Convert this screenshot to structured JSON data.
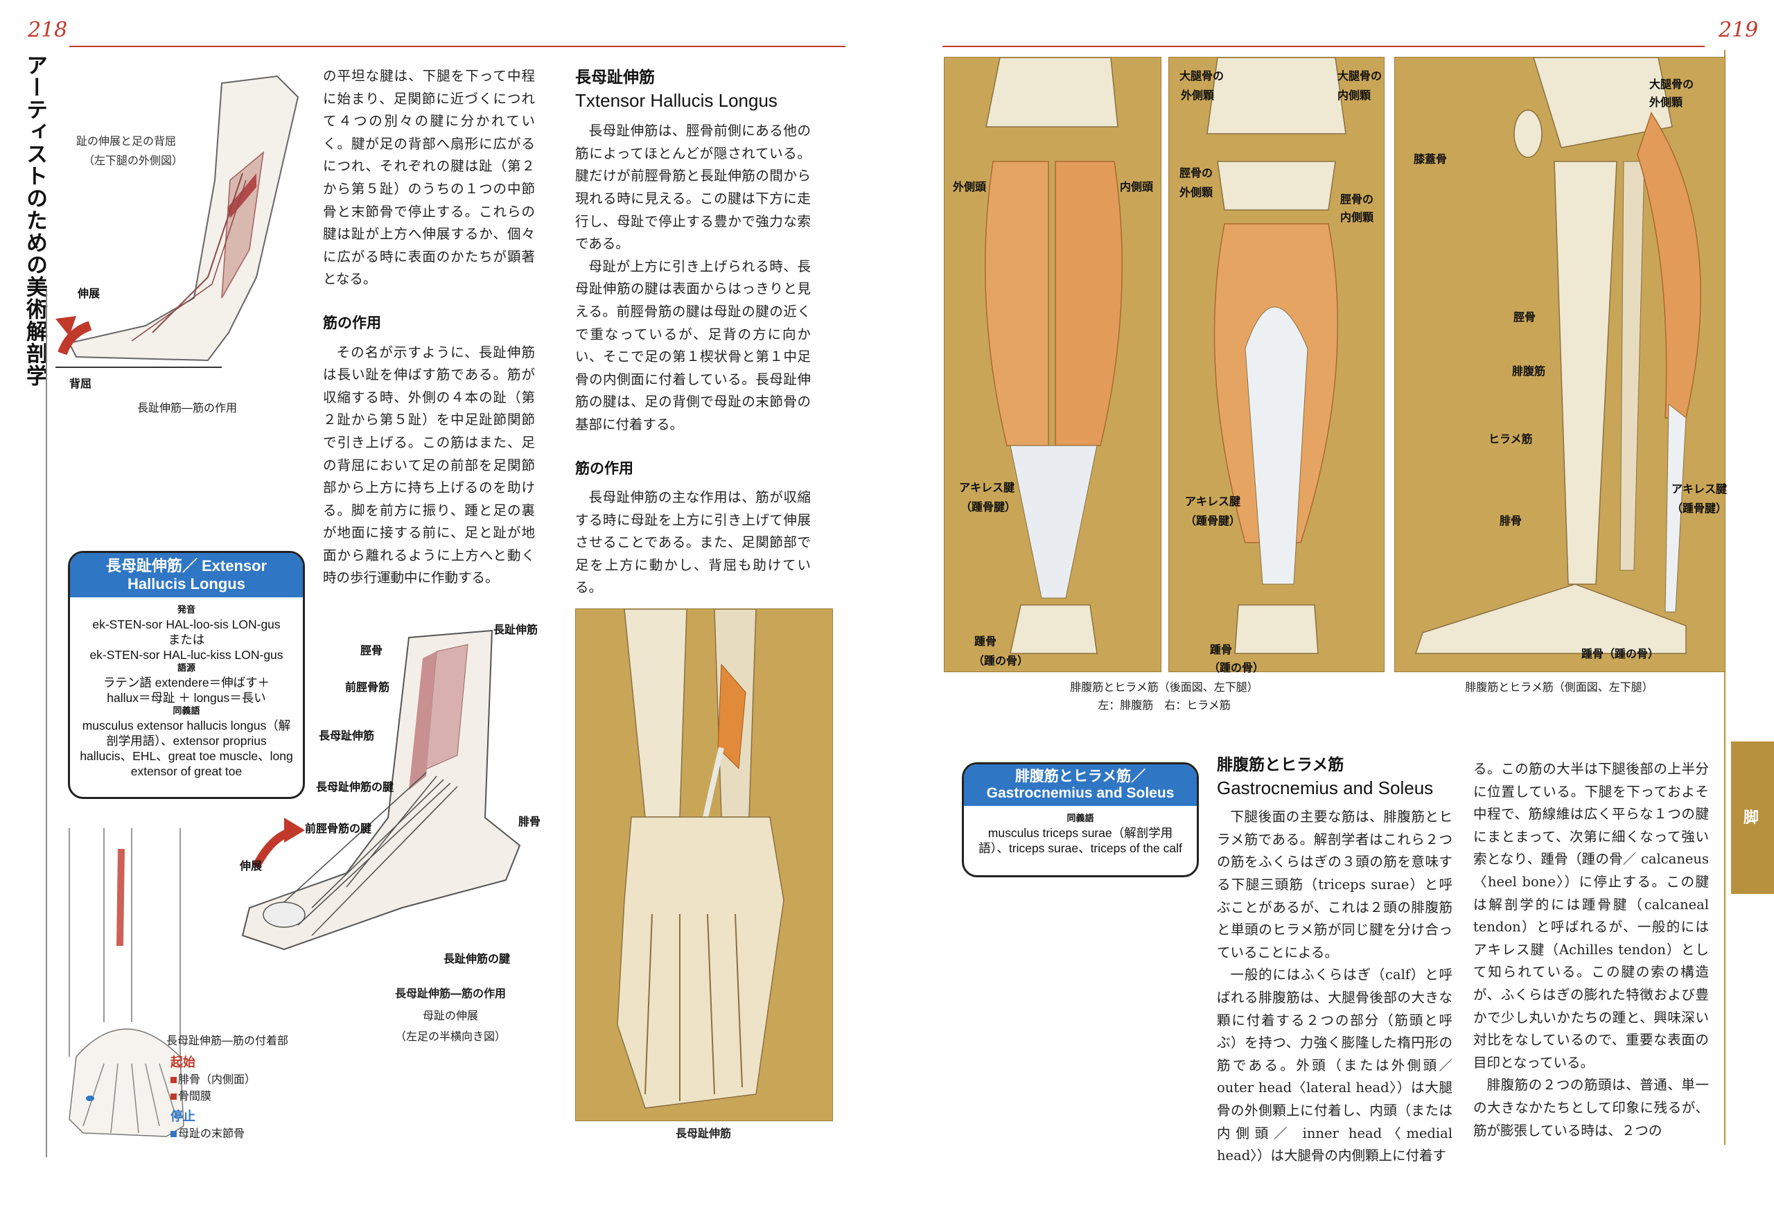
{
  "page": {
    "left_page_number": "218",
    "right_page_number": "219",
    "running_title": "アーティストのための美術解剖学",
    "tab_label": "脚"
  },
  "left": {
    "fig1": {
      "sub": "趾の伸展と足の背屈",
      "sub2": "（左下腿の外側図）",
      "label_ext": "伸展",
      "label_dorsi": "背屈",
      "caption": "長趾伸筋―筋の作用"
    },
    "col1": {
      "p1": "の平坦な腱は、下腿を下って中程に始まり、足関節に近づくにつれて４つの別々の腱に分かれていく。腱が足の背部へ扇形に広がるにつれ、それぞれの腱は趾（第２から第５趾）のうちの１つの中節骨と末節骨で停止する。これらの腱は趾が上方へ伸展するか、個々に広がる時に表面のかたちが顕著となる。",
      "h": "筋の作用",
      "p2": "その名が示すように、長趾伸筋は長い趾を伸ばす筋である。筋が収縮する時、外側の４本の趾（第２趾から第５趾）を中足趾節関節で引き上げる。この筋はまた、足の背屈において足の前部を足関節部から上方に持ち上げるのを助ける。脚を前方に振り、踵と足の裏が地面に接する前に、足と趾が地面から離れるように上方へと動く時の歩行運動中に作動する。"
    },
    "col2": {
      "title_ja": "長母趾伸筋",
      "title_en": "Txtensor Hallucis Longus",
      "p1": "長母趾伸筋は、脛骨前側にある他の筋によってほとんどが隠されている。腱だけが前脛骨筋と長趾伸筋の間から現れる時に見える。この腱は下方に走行し、母趾で停止する豊かで強力な索である。",
      "p2": "母趾が上方に引き上げられる時、長母趾伸筋の腱は表面からはっきりと見える。前脛骨筋の腱は母趾の腱の近くで重なっているが、足背の方に向かい、そこで足の第１楔状骨と第１中足骨の内側面に付着している。長母趾伸筋の腱は、足の背側で母趾の末節骨の基部に付着する。",
      "h": "筋の作用",
      "p3": "長母趾伸筋の主な作用は、筋が収縮する時に母趾を上方に引き上げて伸展させることである。また、足関節部で足を上方に動かし、背屈も助けている。"
    },
    "box": {
      "head_ja": "長母趾伸筋／ Extensor",
      "head_en": "Hallucis Longus",
      "pron_label": "発音",
      "pron1": "ek-STEN-sor HAL-loo-sis LON-gus",
      "or": "または",
      "pron2": "ek-STEN-sor HAL-luc-kiss LON-gus",
      "ety_label": "語源",
      "ety1": "ラテン語 extendere＝伸ばす＋",
      "ety2": "hallux＝母趾 ＋ longus＝長い",
      "syn_label": "同義語",
      "syn": "musculus extensor hallucis longus（解剖学用語）、extensor proprius hallucis、EHL、great toe muscle、long extensor of great toe"
    },
    "fig2": {
      "l_tibia": "脛骨",
      "l_ta": "前脛骨筋",
      "l_edl": "長趾伸筋",
      "l_ehl": "長母趾伸筋",
      "l_ehl_t": "長母趾伸筋の腱",
      "l_ta_t": "前脛骨筋の腱",
      "l_fib": "腓骨",
      "l_ext": "伸展",
      "l_edl_t": "長趾伸筋の腱",
      "cap1": "長母趾伸筋―筋の作用",
      "cap2": "母趾の伸展",
      "cap3": "（左足の半横向き図）"
    },
    "fig3": {
      "caption": "長母趾伸筋―筋の付着部",
      "origin_h": "起始",
      "origin1": "腓骨（内側面）",
      "origin2": "骨間膜",
      "insert_h": "停止",
      "insert1": "母趾の末節骨"
    },
    "fig4": {
      "caption": "長母趾伸筋"
    }
  },
  "right": {
    "plateA": {
      "l_lat": "外側頭",
      "l_med": "内側頭",
      "l_ach": "アキレス腱",
      "l_ach2": "（踵骨腱）",
      "l_calc": "踵骨",
      "l_calc2": "（踵の骨）"
    },
    "plateB": {
      "l_femlat": "大腿骨の",
      "l_femlat2": "外側顆",
      "l_femmed": "大腿骨の",
      "l_femmed2": "内側顆",
      "l_tiblat": "脛骨の",
      "l_tiblat2": "外側顆",
      "l_tibmed": "脛骨の",
      "l_tibmed2": "内側顆",
      "l_ach": "アキレス腱",
      "l_ach2": "（踵骨腱）",
      "l_calc": "踵骨",
      "l_calc2": "（踵の骨）"
    },
    "plateC": {
      "l_fem": "大腿骨の",
      "l_fem2": "外側顆",
      "l_pat": "膝蓋骨",
      "l_tib": "脛骨",
      "l_gas": "腓腹筋",
      "l_sol": "ヒラメ筋",
      "l_ach": "アキレス腱",
      "l_ach2": "（踵骨腱）",
      "l_fib": "腓骨",
      "l_calc": "踵骨（踵の骨）"
    },
    "cap_ab": "腓腹筋とヒラメ筋（後面図、左下腿）",
    "cap_ab2": "左：腓腹筋　右：ヒラメ筋",
    "cap_c": "腓腹筋とヒラメ筋（側面図、左下腿）",
    "box": {
      "head1": "腓腹筋とヒラメ筋／",
      "head2": "Gastrocnemius and Soleus",
      "syn_label": "同義語",
      "syn": "musculus triceps surae（解剖学用語）、triceps surae、triceps of the calf"
    },
    "col3": {
      "title_ja": "腓腹筋とヒラメ筋",
      "title_en": "Gastrocnemius and Soleus",
      "p1": "下腿後面の主要な筋は、腓腹筋とヒラメ筋である。解剖学者はこれら２つの筋をふくらはぎの３頭の筋を意味する下腿三頭筋（triceps surae）と呼ぶことがあるが、これは２頭の腓腹筋と単頭のヒラメ筋が同じ腱を分け合っていることによる。",
      "p2": "一般的にはふくらはぎ（calf）と呼ばれる腓腹筋は、大腿骨後部の大きな顆に付着する２つの部分（筋頭と呼ぶ）を持つ、力強く膨隆した楕円形の筋である。外頭（または外側頭／ outer head〈lateral head〉）は大腿骨の外側顆上に付着し、内頭（または内側頭／ inner head〈medial head〉）は大腿骨の内側顆上に付着す"
    },
    "col4": {
      "p1": "る。この筋の大半は下腿後部の上半分に位置している。下腿を下っておよそ中程で、筋線維は広く平らな１つの腱にまとまって、次第に細くなって強い索となり、踵骨（踵の骨／ calcaneus〈heel bone〉）に停止する。この腱は解剖学的には踵骨腱（calcaneal tendon）と呼ばれるが、一般的にはアキレス腱（Achilles tendon）として知られている。この腱の索の構造が、ふくらはぎの膨れた特徴および豊かで少し丸いかたちの踵と、興味深い対比をなしているので、重要な表面の目印となっている。",
      "p2": "腓腹筋の２つの筋頭は、普通、単一の大きなかたちとして印象に残るが、筋が膨張している時は、２つの"
    }
  }
}
